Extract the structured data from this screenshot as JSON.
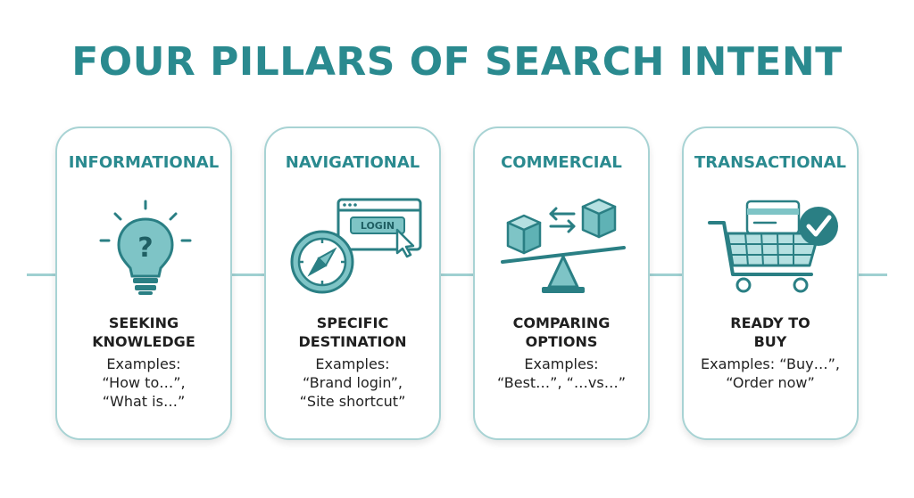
{
  "title": "FOUR PILLARS OF SEARCH INTENT",
  "pillars": [
    {
      "title": "INFORMATIONAL",
      "icon": "lightbulb-question-icon",
      "heading": [
        "SEEKING",
        "KNOWLEDGE"
      ],
      "examples": [
        "Examples:",
        "“How to…”,",
        "“What is…”"
      ]
    },
    {
      "title": "NAVIGATIONAL",
      "icon": "compass-login-icon",
      "icon_text": "LOGIN",
      "heading": [
        "SPECIFIC",
        "DESTINATION"
      ],
      "examples": [
        "Examples:",
        "“Brand login”,",
        "“Site shortcut”"
      ]
    },
    {
      "title": "COMMERCIAL",
      "icon": "balance-compare-icon",
      "heading": [
        "COMPARING",
        "OPTIONS"
      ],
      "examples": [
        "Examples:",
        "“Best…”, “…vs…”"
      ]
    },
    {
      "title": "TRANSACTIONAL",
      "icon": "cart-checkout-icon",
      "heading": [
        "READY TO",
        "BUY"
      ],
      "examples": [
        "Examples: “Buy…”,",
        "“Order now”"
      ]
    }
  ],
  "colors": {
    "accent": "#2a8a8f",
    "icon_fill": "#7ec4c6",
    "icon_stroke": "#2a7f84",
    "border": "#a8d3d4",
    "connector": "#9fd0d1"
  }
}
